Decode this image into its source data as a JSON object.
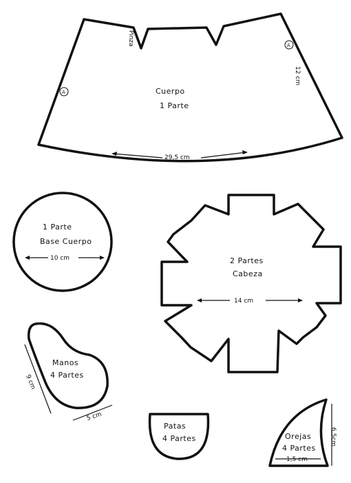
{
  "body": {
    "label_line1": "Cuerpo",
    "label_line2": "1 Parte",
    "width": "29,5 cm",
    "height": "12 cm",
    "dart": "Pinza",
    "mark_left": "A",
    "mark_right": "A"
  },
  "base": {
    "label_line1": "1 Parte",
    "label_line2": "Base Cuerpo",
    "diameter": "10 cm"
  },
  "head": {
    "label_line1": "2 Partes",
    "label_line2": "Cabeza",
    "width": "14 cm"
  },
  "hands": {
    "label_line1": "Manos",
    "label_line2": "4 Partes",
    "length": "9 cm",
    "width": "5 cm"
  },
  "feet": {
    "label_line1": "Patas",
    "label_line2": "4 Partes"
  },
  "ears": {
    "label_line1": "Orejas",
    "label_line2": "4 Partes",
    "width": "1,5 cm",
    "height": "6,5cm"
  }
}
